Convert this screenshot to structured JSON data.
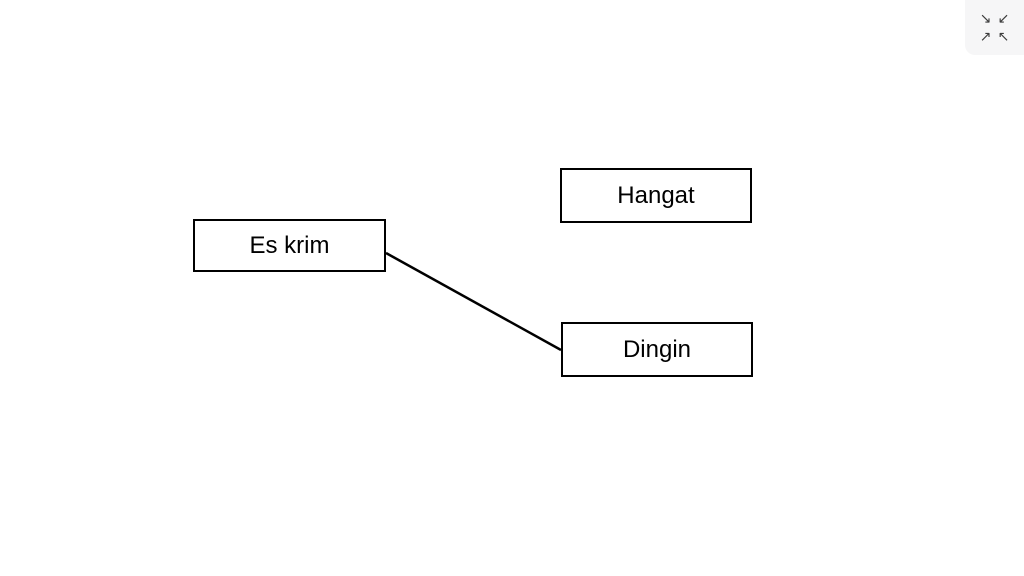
{
  "activity": {
    "type": "match-up",
    "source_node": {
      "label": "Es krim"
    },
    "target_nodes": [
      {
        "label": "Hangat"
      },
      {
        "label": "Dingin"
      }
    ],
    "connections": [
      {
        "from": "Es krim",
        "to": "Dingin"
      }
    ]
  },
  "controls": {
    "exit_fullscreen": {
      "icon": "exit-fullscreen-icon",
      "arrows": [
        "↘",
        "↙",
        "↗",
        "↖"
      ]
    }
  },
  "colors": {
    "background": "#ffffff",
    "box_border": "#000000",
    "box_fill": "#ffffff",
    "text": "#000000",
    "connector_line": "#000000",
    "button_background": "#f6f6f7",
    "arrow_icon": "#3c3c3c"
  }
}
